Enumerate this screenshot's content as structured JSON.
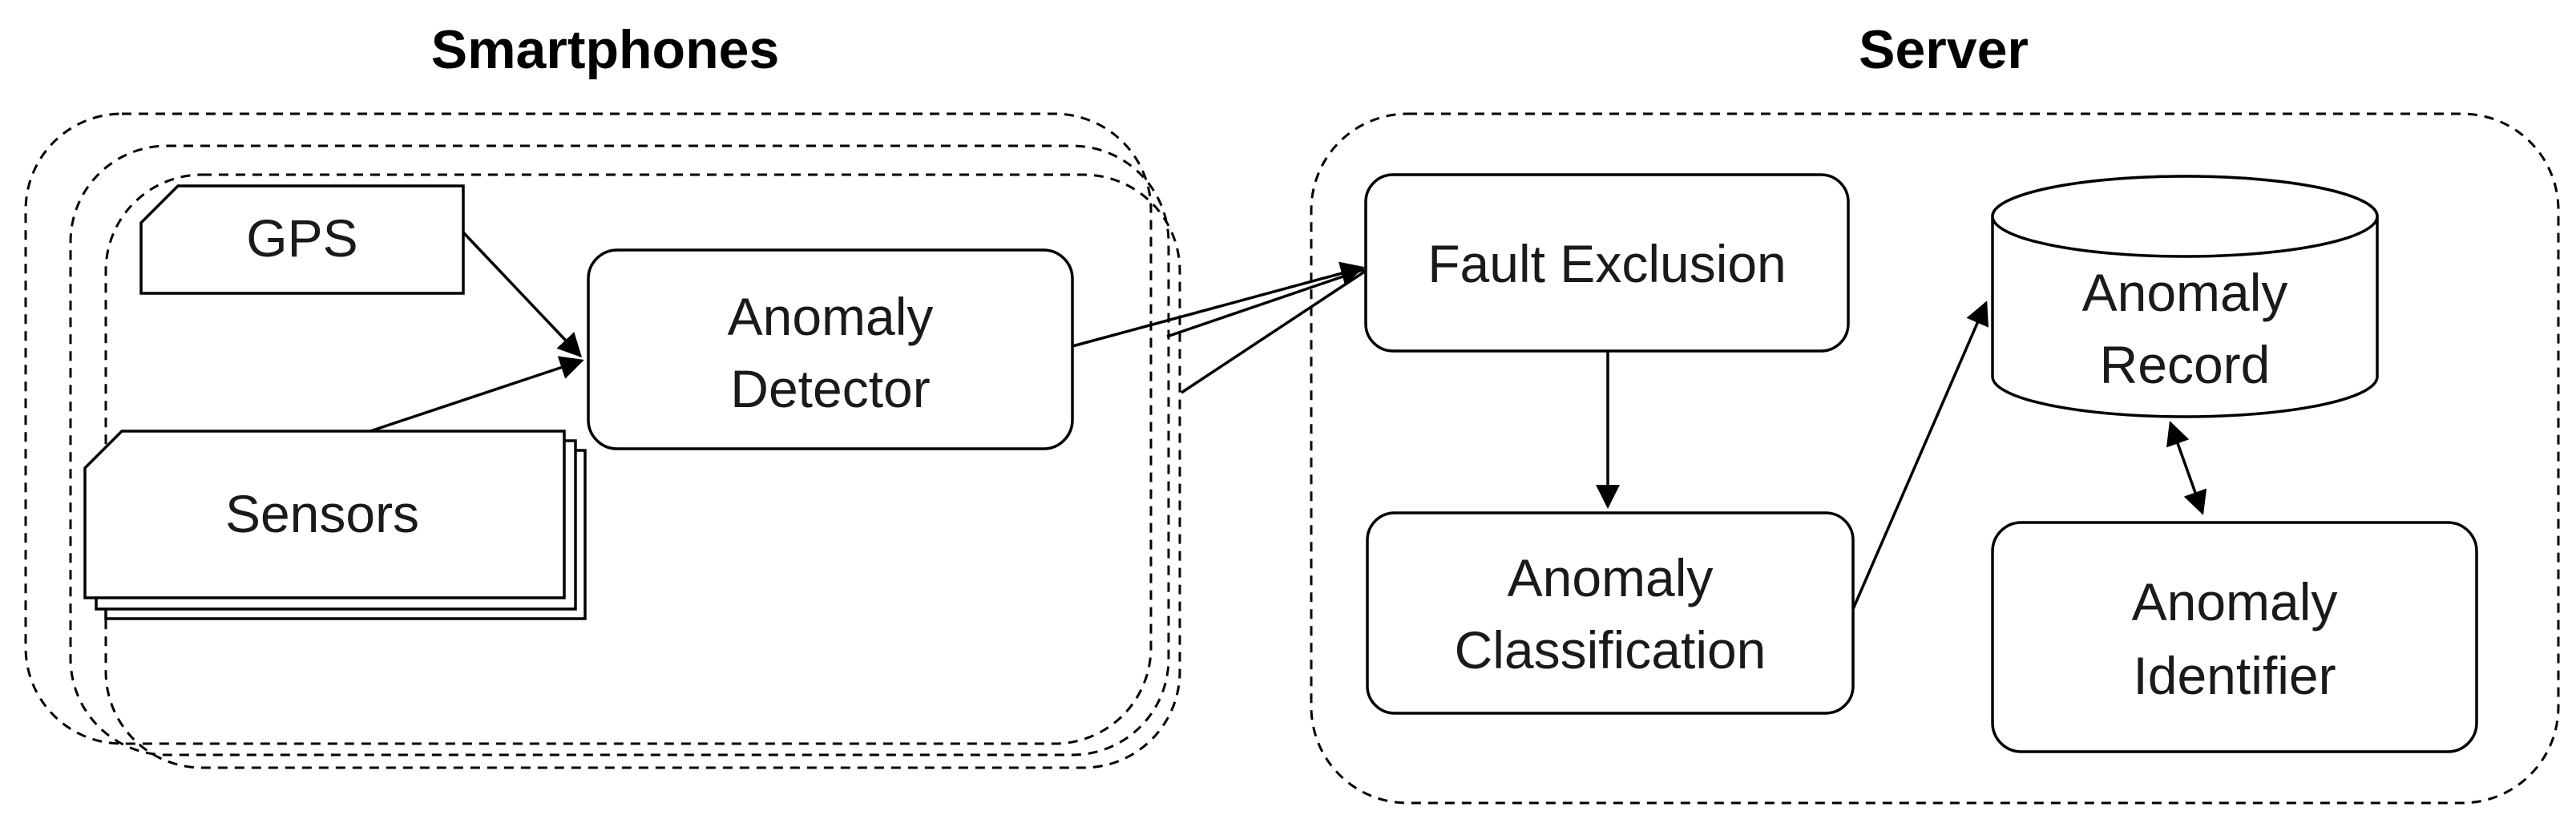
{
  "groups": {
    "smartphones": {
      "title": "Smartphones"
    },
    "server": {
      "title": "Server"
    }
  },
  "nodes": {
    "gps": {
      "label": "GPS"
    },
    "sensors": {
      "label": "Sensors"
    },
    "anomaly_detector": {
      "line1": "Anomaly",
      "line2": "Detector"
    },
    "fault_exclusion": {
      "label": "Fault Exclusion"
    },
    "anomaly_classification": {
      "line1": "Anomaly",
      "line2": "Classification"
    },
    "anomaly_record": {
      "line1": "Anomaly",
      "line2": "Record"
    },
    "anomaly_identifier": {
      "line1": "Anomaly",
      "line2": "Identifier"
    }
  },
  "edges": [
    {
      "from": "gps",
      "to": "anomaly_detector"
    },
    {
      "from": "sensors",
      "to": "anomaly_detector"
    },
    {
      "from": "anomaly_detector",
      "to": "fault_exclusion",
      "note": "one arrow per stacked smartphone"
    },
    {
      "from": "fault_exclusion",
      "to": "anomaly_classification"
    },
    {
      "from": "anomaly_classification",
      "to": "anomaly_record"
    },
    {
      "from": "anomaly_record",
      "to": "anomaly_identifier",
      "bidirectional": true
    }
  ],
  "colors": {
    "stroke": "#000000",
    "fill": "#ffffff",
    "text": "#1a1a1a"
  }
}
